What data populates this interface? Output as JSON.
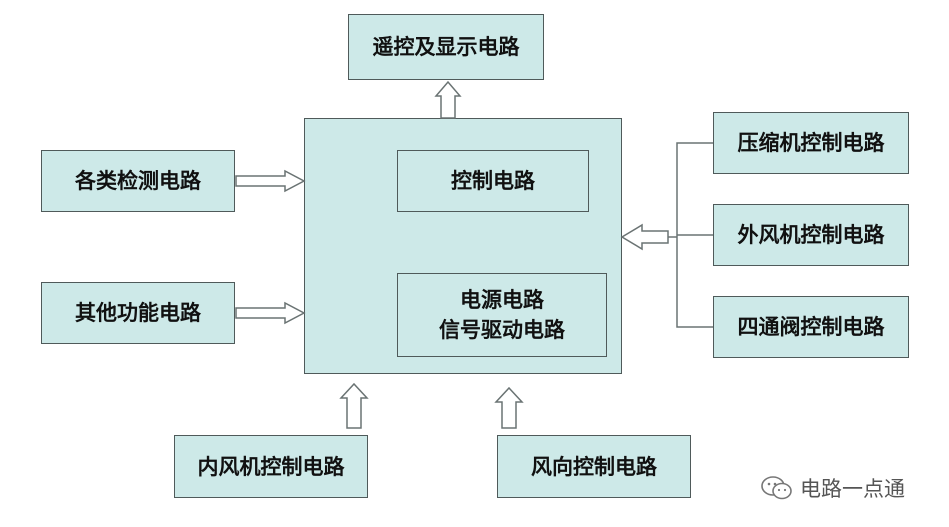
{
  "blocks": {
    "remote_display": "遥控及显示电路",
    "detection": "各类检测电路",
    "other_functions": "其他功能电路",
    "control": "控制电路",
    "power_line1": "电源电路",
    "power_line2": "信号驱动电路",
    "compressor": "压缩机控制电路",
    "outdoor_fan": "外风机控制电路",
    "four_way_valve": "四通阀控制电路",
    "indoor_fan": "内风机控制电路",
    "wind_direction": "风向控制电路"
  },
  "watermark": {
    "text": "电路一点通",
    "icon": "wechat-icon"
  },
  "colors": {
    "box_fill": "#cde9e8",
    "box_border": "#4f5a5a",
    "line": "#6a7373"
  }
}
